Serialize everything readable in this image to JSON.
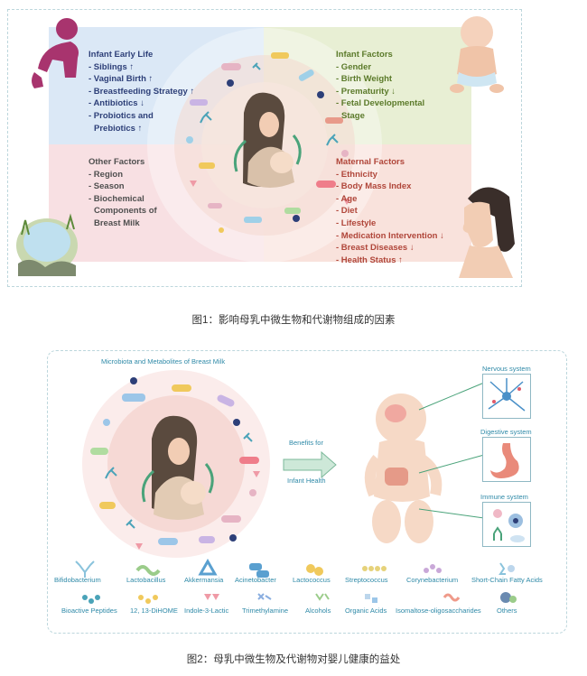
{
  "figure1": {
    "infant_early_life": {
      "title": "Infant Early Life",
      "items": [
        "- Siblings",
        "- Vaginal Birth",
        "- Breastfeeding Strategy",
        "- Antibiotics",
        "- Probiotics and",
        "Prebiotics"
      ],
      "arrows": [
        "↑",
        "↑",
        "↑",
        "↓",
        "",
        "↑"
      ]
    },
    "infant_factors": {
      "title": "Infant Factors",
      "items": [
        "- Gender",
        "- Birth Weight",
        "- Prematurity",
        "- Fetal Developmental",
        "Stage"
      ],
      "arrows": [
        "",
        "",
        "↓",
        "",
        ""
      ]
    },
    "other_factors": {
      "title": "Other Factors",
      "items": [
        "- Region",
        "- Season",
        "- Biochemical",
        "Components of",
        "Breast Milk"
      ]
    },
    "maternal_factors": {
      "title": "Maternal Factors",
      "items": [
        "- Ethnicity",
        "- Body Mass Index",
        "- Age",
        "- Diet",
        "- Lifestyle",
        "- Medication Intervention",
        "- Breast Diseases",
        "- Health Status"
      ],
      "arrows": [
        "",
        "",
        "",
        "",
        "",
        "↓",
        "↓",
        "↑"
      ]
    },
    "caption": "图1：影响母乳中微生物和代谢物组成的因素"
  },
  "figure2": {
    "title": "Microbiota and Metabolites of Breast Milk",
    "benefit_label_1": "Benefits for",
    "benefit_label_2": "Infant Health",
    "systems": {
      "nervous": "Nervous system",
      "digestive": "Digestive system",
      "immune": "Immune system"
    },
    "legend_row1": [
      "Bifidobacterium",
      "Lactobacillus",
      "Akkermansia",
      "Acinetobacter",
      "Lactococcus",
      "Streptococcus",
      "Corynebacterium",
      "Short-Chain Fatty Acids"
    ],
    "legend_row2": [
      "Bioactive Peptides",
      "12, 13-DiHOME",
      "Indole-3-Lactic",
      "Trimethylamine",
      "Alcohols",
      "Organic Acids",
      "Isomaltose-oligosaccharides",
      "Others"
    ],
    "caption": "图2：母乳中微生物及代谢物对婴儿健康的益处"
  },
  "colors": {
    "blue_text": "#2d3f78",
    "green_text": "#5b7a2a",
    "red_text": "#b0463a",
    "teal_label": "#2f8aa8",
    "quad_blue": "#dbe8f6",
    "quad_green": "#e8efd4",
    "quad_pink": "#f8e0e3",
    "quad_salmon": "#f9e2dc"
  },
  "icons": [
    "crawling-baby-icon",
    "sitting-baby-icon",
    "lake-landscape-icon",
    "woman-profile-icon",
    "mother-nursing-icon",
    "baby-organs-icon",
    "neuron-icon",
    "stomach-icon",
    "immune-cells-icon"
  ]
}
